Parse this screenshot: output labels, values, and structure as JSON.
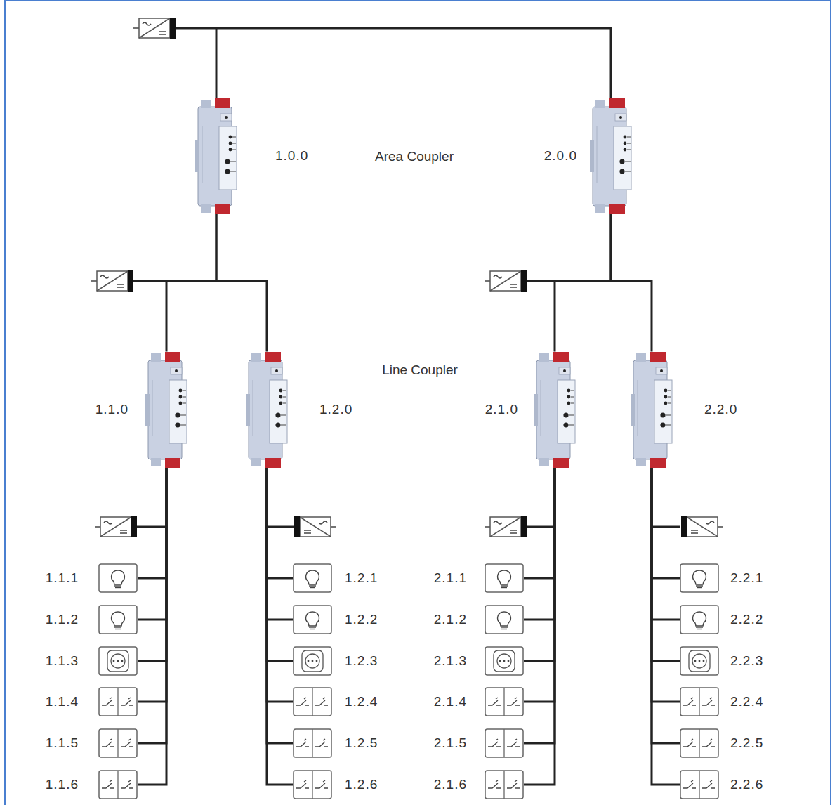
{
  "diagram": {
    "nodes": [
      {
        "text": [
          "1.0.0"
        ]
      },
      {
        "text": [
          "2.0.0"
        ]
      },
      {
        "text": [
          "1.1.0"
        ]
      },
      {
        "text": [
          "1.2.0"
        ]
      },
      {
        "text": [
          "2.1.0"
        ]
      },
      {
        "text": [
          "2.2.0"
        ]
      },
      {
        "text": [
          "1.1.1"
        ]
      },
      {
        "text": [
          "1.1.2"
        ]
      },
      {
        "text": [
          "1.1.3"
        ]
      },
      {
        "text": [
          "1.1.4"
        ]
      },
      {
        "text": [
          "1.1.5"
        ]
      },
      {
        "text": [
          "1.1.6"
        ]
      },
      {
        "text": [
          "1.2.1"
        ]
      },
      {
        "text": [
          "1.2.2"
        ]
      },
      {
        "text": [
          "1.2.3"
        ]
      },
      {
        "text": [
          "1.2.4"
        ]
      },
      {
        "text": [
          "1.2.5"
        ]
      },
      {
        "text": [
          "1.2.6"
        ]
      },
      {
        "text": [
          "2.1.1"
        ]
      },
      {
        "text": [
          "2.1.2"
        ]
      },
      {
        "text": [
          "2.1.3"
        ]
      },
      {
        "text": [
          "2.1.4"
        ]
      },
      {
        "text": [
          "2.1.5"
        ]
      },
      {
        "text": [
          "2.1.6"
        ]
      },
      {
        "text": [
          "2.2.1"
        ]
      },
      {
        "text": [
          "2.2.2"
        ]
      },
      {
        "text": [
          "2.2.3"
        ]
      },
      {
        "text": [
          "2.2.4"
        ]
      },
      {
        "text": [
          "2.2.5"
        ]
      },
      {
        "text": [
          "2.2.6"
        ]
      }
    ],
    "edges": [
      {
        "from": 0,
        "to": 1,
        "arrow": "none"
      },
      {
        "from": 0,
        "to": 2,
        "arrow": "none"
      },
      {
        "from": 0,
        "to": 3,
        "arrow": "none"
      },
      {
        "from": 1,
        "to": 4,
        "arrow": "none"
      },
      {
        "from": 1,
        "to": 5,
        "arrow": "none"
      },
      {
        "from": 2,
        "to": 6,
        "arrow": "none"
      },
      {
        "from": 2,
        "to": 7,
        "arrow": "none"
      },
      {
        "from": 2,
        "to": 8,
        "arrow": "none"
      },
      {
        "from": 2,
        "to": 9,
        "arrow": "none"
      },
      {
        "from": 2,
        "to": 10,
        "arrow": "none"
      },
      {
        "from": 2,
        "to": 11,
        "arrow": "none"
      },
      {
        "from": 3,
        "to": 12,
        "arrow": "none"
      },
      {
        "from": 3,
        "to": 13,
        "arrow": "none"
      },
      {
        "from": 3,
        "to": 14,
        "arrow": "none"
      },
      {
        "from": 3,
        "to": 15,
        "arrow": "none"
      },
      {
        "from": 3,
        "to": 16,
        "arrow": "none"
      },
      {
        "from": 3,
        "to": 17,
        "arrow": "none"
      },
      {
        "from": 4,
        "to": 18,
        "arrow": "none"
      },
      {
        "from": 4,
        "to": 19,
        "arrow": "none"
      },
      {
        "from": 4,
        "to": 20,
        "arrow": "none"
      },
      {
        "from": 4,
        "to": 21,
        "arrow": "none"
      },
      {
        "from": 4,
        "to": 22,
        "arrow": "none"
      },
      {
        "from": 4,
        "to": 23,
        "arrow": "none"
      },
      {
        "from": 5,
        "to": 24,
        "arrow": "none"
      },
      {
        "from": 5,
        "to": 25,
        "arrow": "none"
      },
      {
        "from": 5,
        "to": 26,
        "arrow": "none"
      },
      {
        "from": 5,
        "to": 27,
        "arrow": "none"
      },
      {
        "from": 5,
        "to": 28,
        "arrow": "none"
      },
      {
        "from": 5,
        "to": 29,
        "arrow": "none"
      }
    ],
    "labels": [
      "Area Coupler",
      "Line Coupler"
    ]
  }
}
